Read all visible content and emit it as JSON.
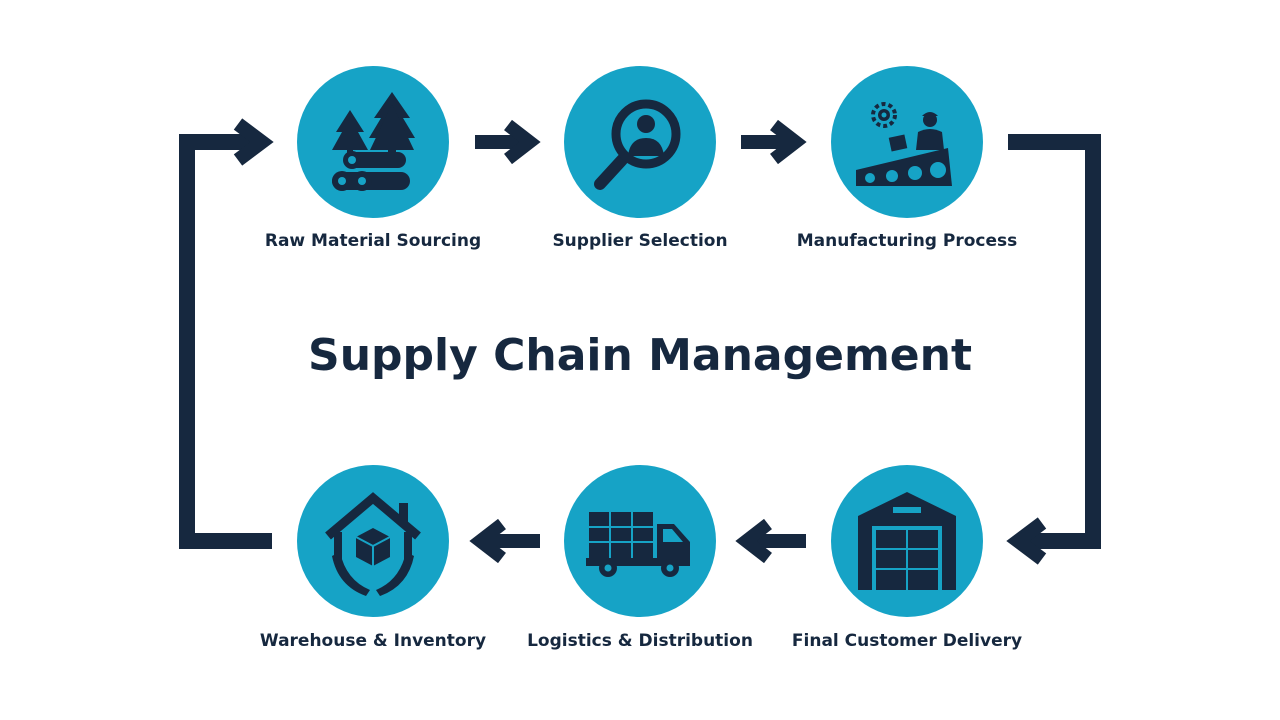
{
  "colors": {
    "navy": "#16283f",
    "circle": "#16a3c6",
    "background": "#ffffff"
  },
  "title": "Supply Chain Management",
  "steps": [
    {
      "label": "Raw Material Sourcing",
      "icon": "trees-and-logs-icon"
    },
    {
      "label": "Supplier Selection",
      "icon": "magnifier-person-icon"
    },
    {
      "label": "Manufacturing Process",
      "icon": "worker-conveyor-icon"
    },
    {
      "label": "Final Customer Delivery",
      "icon": "warehouse-boxes-icon"
    },
    {
      "label": "Logistics & Distribution",
      "icon": "delivery-truck-icon"
    },
    {
      "label": "Warehouse & Inventory",
      "icon": "hands-house-box-icon"
    }
  ]
}
